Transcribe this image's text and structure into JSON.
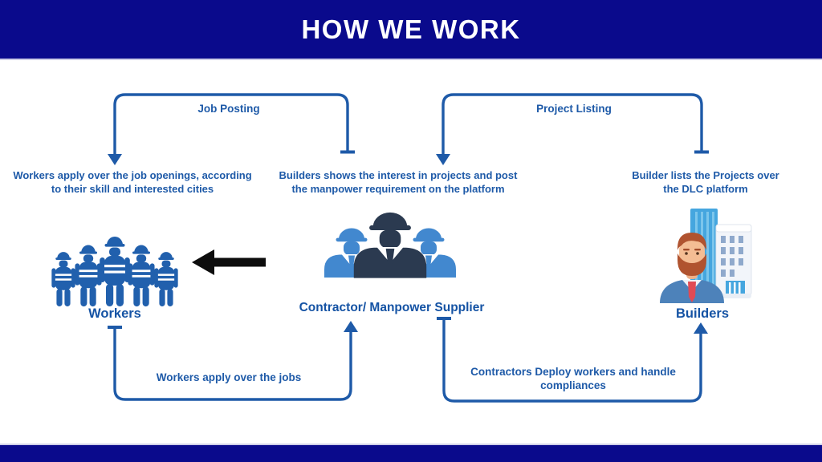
{
  "header": {
    "title": "HOW WE WORK"
  },
  "colors": {
    "banner_navy": "#0a0a8c",
    "accent_blue": "#1e5aa8",
    "workers_icon_blue": "#2160ad",
    "contractor_dark_navy": "#2b3a50",
    "contractor_light_blue": "#4288cf",
    "builders_building_blue": "#45a6df",
    "black_arrow": "#0d0d0d"
  },
  "flows": {
    "job_posting": {
      "label": "Job Posting"
    },
    "project_listing": {
      "label": "Project Listing"
    },
    "workers_apply": {
      "label": "Workers apply over the jobs"
    },
    "contractors_deploy": {
      "lines": [
        "Contractors Deploy workers and handle",
        "compliances"
      ]
    }
  },
  "steps": {
    "workers": {
      "lines": [
        "Workers apply over the job openings, according",
        "to their skill and interested cities"
      ]
    },
    "contractor": {
      "lines": [
        "Builders shows the interest in projects and post",
        "the manpower requirement on the platform"
      ]
    },
    "builders": {
      "lines": [
        "Builder lists the Projects over",
        "the DLC platform"
      ]
    }
  },
  "entities": {
    "workers": {
      "label": "Workers"
    },
    "contractor": {
      "label": "Contractor/ Manpower Supplier"
    },
    "builders": {
      "label": "Builders"
    }
  }
}
